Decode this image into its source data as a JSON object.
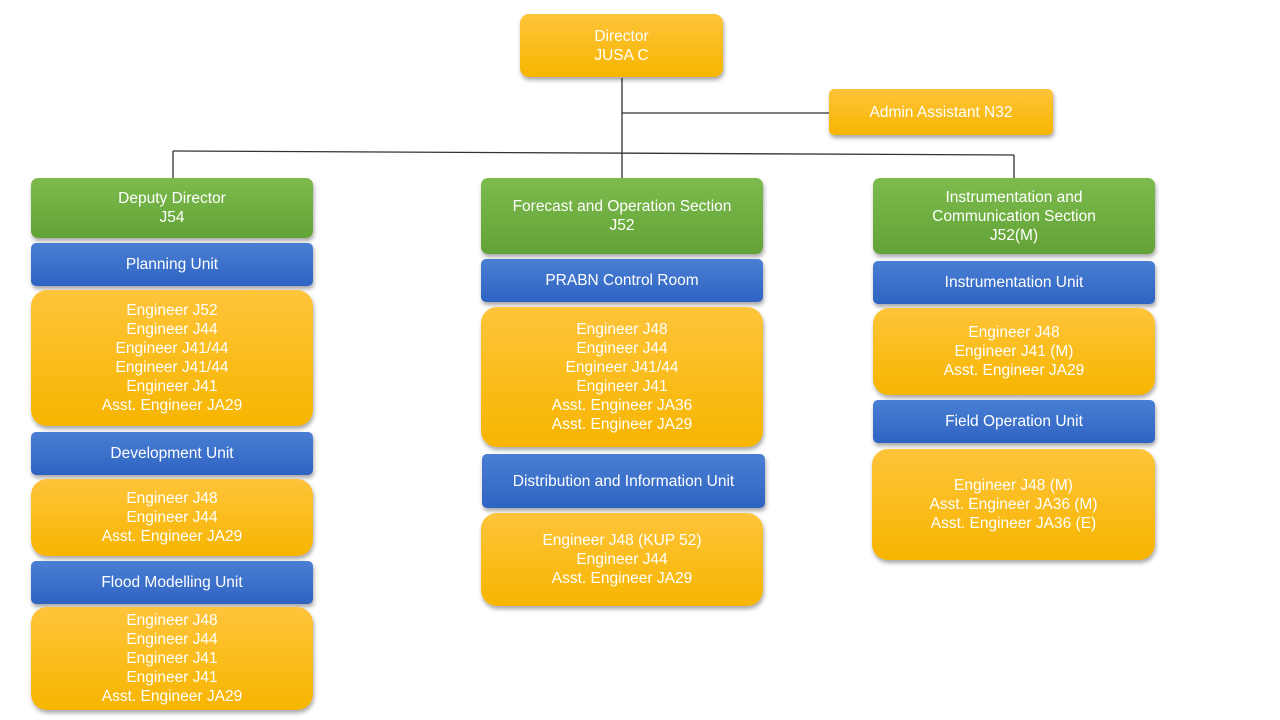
{
  "director": {
    "lines": [
      "Director",
      "JUSA C"
    ]
  },
  "admin": {
    "label": "Admin Assistant  N32"
  },
  "columns": [
    {
      "header": [
        "Deputy Director",
        "J54"
      ],
      "units": [
        {
          "name": "Planning Unit",
          "staff": [
            "Engineer J52",
            "Engineer J44",
            "Engineer J41/44",
            "Engineer J41/44",
            "Engineer J41",
            "Asst. Engineer JA29"
          ]
        },
        {
          "name": "Development Unit",
          "staff": [
            "Engineer J48",
            "Engineer J44",
            "Asst. Engineer JA29"
          ]
        },
        {
          "name": "Flood Modelling Unit",
          "staff": [
            "Engineer J48",
            "Engineer J44",
            "Engineer J41",
            "Engineer J41",
            "Asst. Engineer JA29"
          ]
        }
      ]
    },
    {
      "header": [
        "Forecast and Operation Section",
        "J52"
      ],
      "units": [
        {
          "name": "PRABN Control Room",
          "staff": [
            "Engineer J48",
            "Engineer J44",
            "Engineer J41/44",
            "Engineer J41",
            "Asst. Engineer JA36",
            "Asst. Engineer JA29"
          ]
        },
        {
          "name": "Distribution and Information Unit",
          "staff": [
            "Engineer J48 (KUP 52)",
            "Engineer J44",
            "Asst. Engineer JA29"
          ]
        }
      ]
    },
    {
      "header": [
        "Instrumentation and",
        "Communication Section",
        "J52(M)"
      ],
      "units": [
        {
          "name": "Instrumentation Unit",
          "staff": [
            "Engineer J48",
            "Engineer J41 (M)",
            "Asst. Engineer JA29"
          ]
        },
        {
          "name": "Field Operation Unit",
          "staff": [
            "Engineer J48 (M)",
            "Asst. Engineer JA36 (M)",
            "Asst. Engineer JA36 (E)"
          ]
        }
      ]
    }
  ]
}
